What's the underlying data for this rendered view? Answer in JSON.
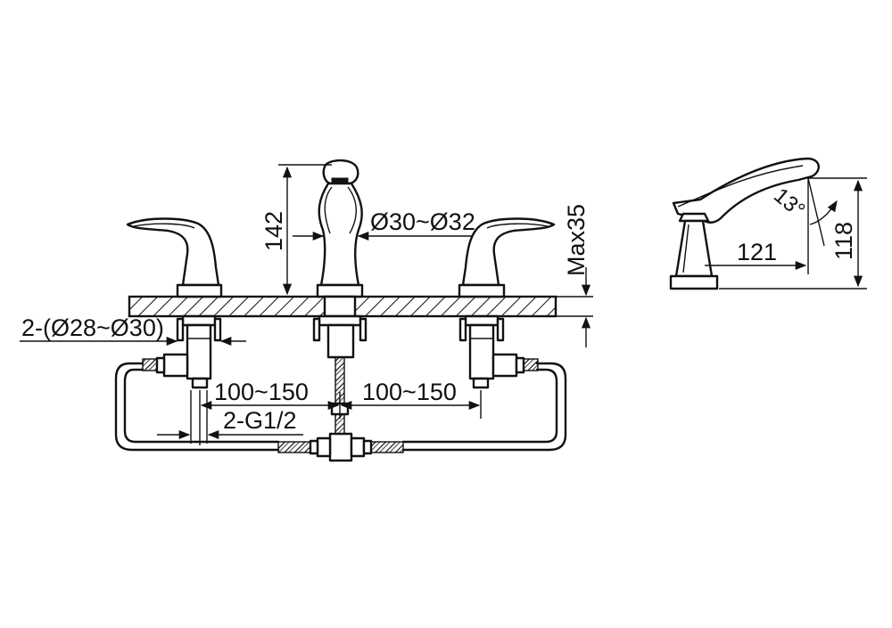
{
  "dimensions": {
    "height_142": "142",
    "spout_hole_dia": "Ø30~Ø32",
    "deck_max": "Max35",
    "handle_hole_dia": "2-(Ø28~Ø30)",
    "spacing_left": "100~150",
    "spacing_right": "100~150",
    "thread": "2-G1/2",
    "spout_reach": "121",
    "side_height": "118",
    "spout_angle": "13°"
  }
}
